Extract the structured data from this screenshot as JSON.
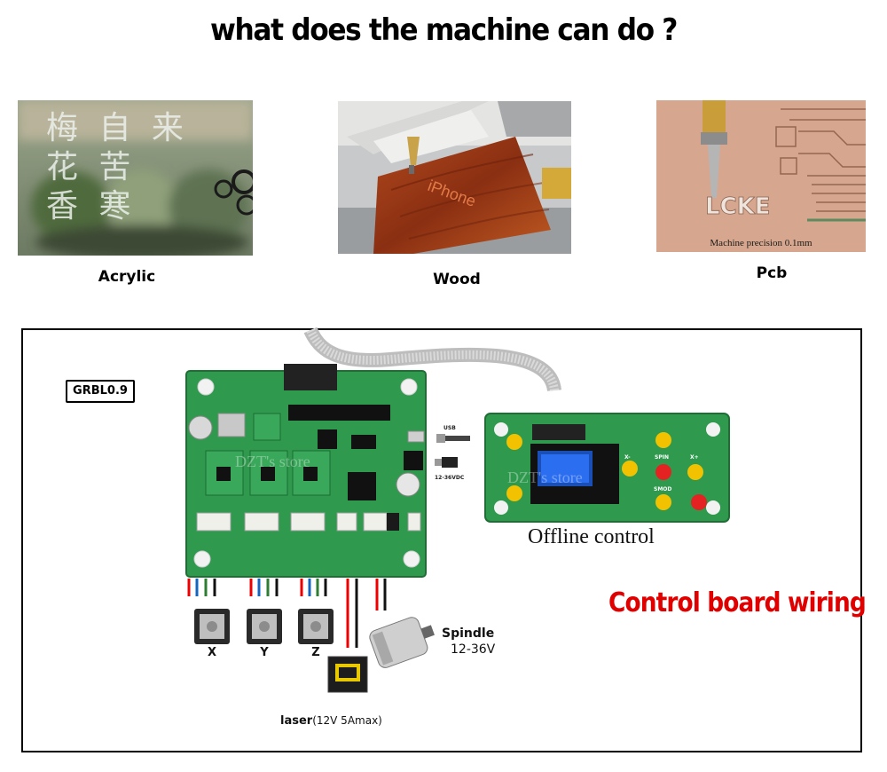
{
  "headline": "what does the machine can do ?",
  "samples": [
    {
      "caption": "Acrylic",
      "engraved_text": [
        "梅 自 来",
        "花 苦 ",
        "香 寒"
      ]
    },
    {
      "caption": "Wood",
      "engraved_text": "iPhone"
    },
    {
      "caption": "Pcb",
      "engraved_text": "LCKE",
      "note": "Machine precision 0.1mm"
    }
  ],
  "wiring": {
    "firmware_badge": "GRBL0.9",
    "usb_label": "USB",
    "power_label": "12-36VDC",
    "offline_label": "Offline control",
    "title": "Control board wiring",
    "axes": [
      "X",
      "Y",
      "Z"
    ],
    "spindle_label": "Spindle",
    "spindle_voltage": "12-36V",
    "laser_label": "laser",
    "laser_spec": "(12V 5Amax)",
    "watermark_board": "DZT's store",
    "watermark_panel": "DZT's store",
    "panel_buttons": [
      "X-",
      "SPIN",
      "X+",
      "SMOD"
    ]
  },
  "colors": {
    "pcb_green": "#2f9a4e",
    "title_red": "#e00000",
    "button_yellow": "#f2c200",
    "button_red": "#e52222"
  }
}
